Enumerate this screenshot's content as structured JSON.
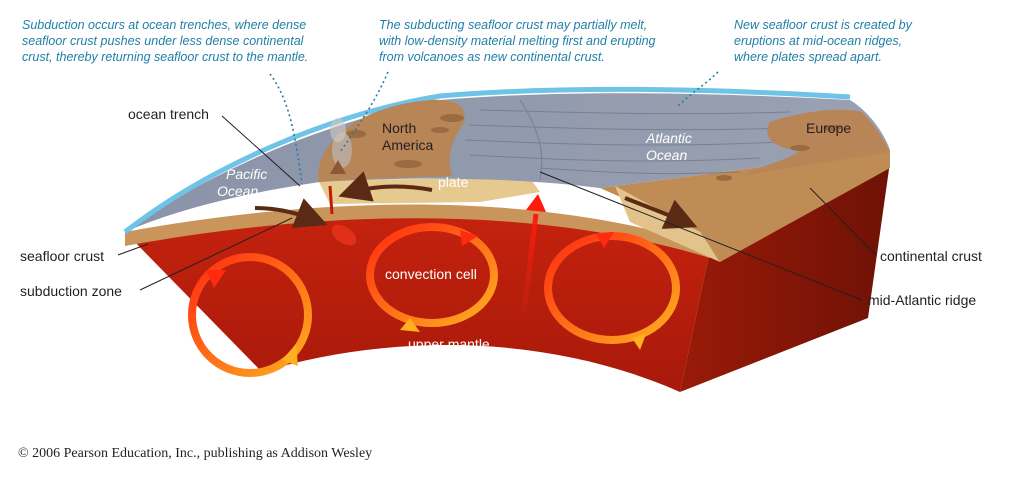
{
  "notes": {
    "subduction": [
      "Subduction occurs at ocean trenches, where dense",
      "seafloor crust pushes under less dense continental",
      "crust, thereby returning seafloor crust to the mantle."
    ],
    "melting": [
      "The subducting seafloor crust may partially melt,",
      "with low-density material melting first and erupting",
      "from volcanoes as new continental crust."
    ],
    "new_crust": [
      "New seafloor crust is created by",
      "eruptions at mid-ocean ridges,",
      "where plates spread apart."
    ]
  },
  "labels": {
    "ocean_trench": "ocean trench",
    "seafloor_crust": "seafloor crust",
    "subduction_zone": "subduction zone",
    "continental_crust": "continental crust",
    "mid_atlantic_ridge": "mid-Atlantic ridge",
    "north_america": [
      "North",
      "America"
    ],
    "europe": "Europe",
    "pacific_ocean": [
      "Pacific",
      "Ocean"
    ],
    "atlantic_ocean": [
      "Atlantic",
      "Ocean"
    ],
    "plate": "plate",
    "convection_cell": "convection cell",
    "upper_mantle": "upper mantle"
  },
  "copyright": "© 2006 Pearson Education, Inc., publishing as Addison Wesley",
  "colors": {
    "note_text": "#1f7fa8",
    "mantle": "#b81e0c",
    "mantle_side": "#8c1808",
    "crust": "#c9955b",
    "continent_top": "#b88556",
    "ocean_floor": "#8d95a7",
    "ocean_water": "#6fc3e6",
    "convection_arrow": "#ff9a1a"
  }
}
